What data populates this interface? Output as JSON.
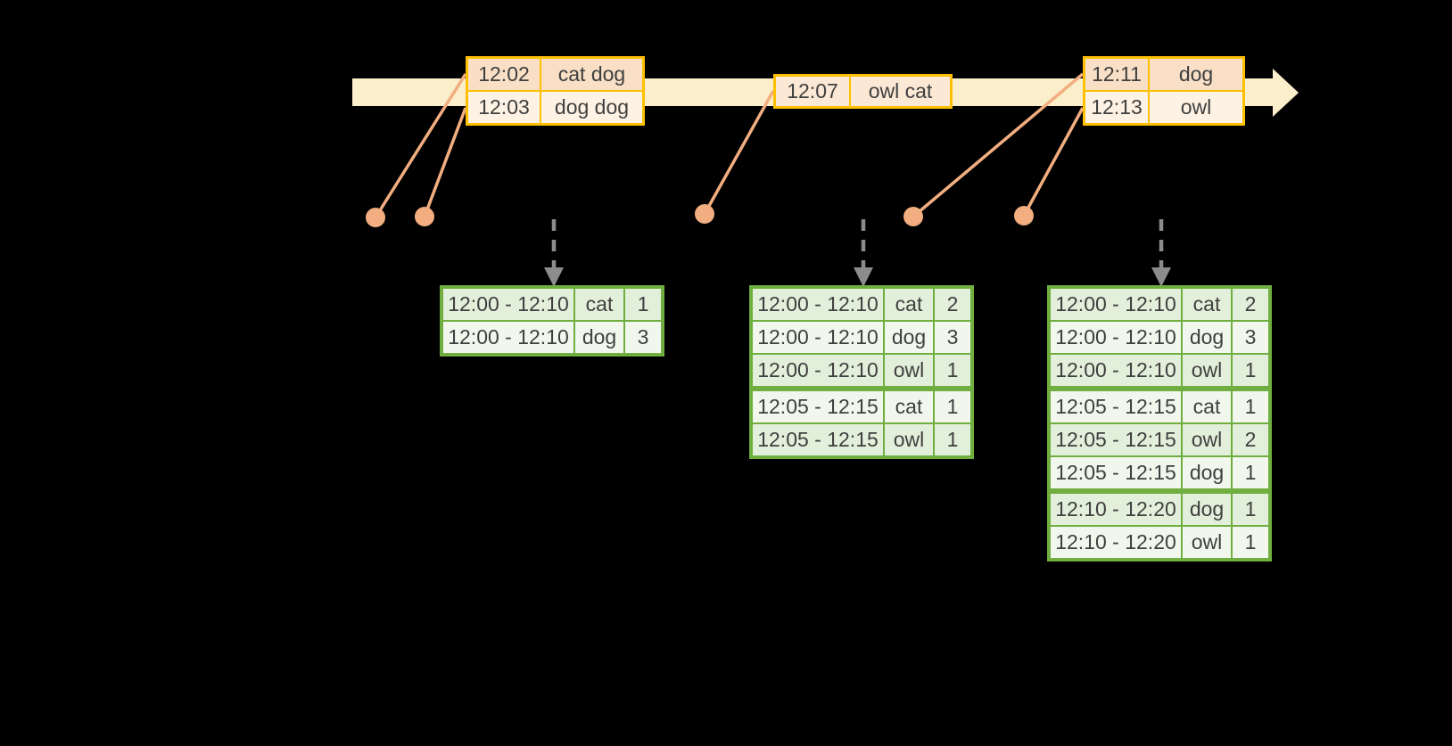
{
  "colors": {
    "background": "#000000",
    "timeline_band": "#FBEECB",
    "event_border": "#FFC000",
    "event_row_dark": "#F8DFC5",
    "event_row_light": "#FDF2E3",
    "event_row_mid": "#FBE8D5",
    "connector": "#F2AE80",
    "trigger_arrow": "#8C8C8C",
    "result_border": "#6FAE3F",
    "result_row_dark": "#E2EFDA",
    "result_row_light": "#F2F7EE",
    "text": "#3F3F3F"
  },
  "timeline": {
    "events": [
      {
        "rows": [
          {
            "time": "12:02",
            "words": "cat dog",
            "shade": "dark"
          },
          {
            "time": "12:03",
            "words": "dog dog",
            "shade": "light"
          }
        ]
      },
      {
        "rows": [
          {
            "time": "12:07",
            "words": "owl cat",
            "shade": "mid"
          }
        ]
      },
      {
        "rows": [
          {
            "time": "12:11",
            "words": "dog",
            "shade": "dark"
          },
          {
            "time": "12:13",
            "words": "owl",
            "shade": "light"
          }
        ]
      }
    ]
  },
  "result_tables": [
    {
      "rows": [
        {
          "window": "12:00 - 12:10",
          "word": "cat",
          "count": "1"
        },
        {
          "window": "12:00 - 12:10",
          "word": "dog",
          "count": "3"
        }
      ]
    },
    {
      "rows": [
        {
          "window": "12:00 - 12:10",
          "word": "cat",
          "count": "2"
        },
        {
          "window": "12:00 - 12:10",
          "word": "dog",
          "count": "3"
        },
        {
          "window": "12:00 - 12:10",
          "word": "owl",
          "count": "1"
        },
        {
          "window": "12:05 - 12:15",
          "word": "cat",
          "count": "1"
        },
        {
          "window": "12:05 - 12:15",
          "word": "owl",
          "count": "1"
        }
      ]
    },
    {
      "rows": [
        {
          "window": "12:00 - 12:10",
          "word": "cat",
          "count": "2"
        },
        {
          "window": "12:00 - 12:10",
          "word": "dog",
          "count": "3"
        },
        {
          "window": "12:00 - 12:10",
          "word": "owl",
          "count": "1"
        },
        {
          "window": "12:05 - 12:15",
          "word": "cat",
          "count": "1"
        },
        {
          "window": "12:05 - 12:15",
          "word": "owl",
          "count": "2"
        },
        {
          "window": "12:05 - 12:15",
          "word": "dog",
          "count": "1"
        },
        {
          "window": "12:10 - 12:20",
          "word": "dog",
          "count": "1"
        },
        {
          "window": "12:10 - 12:20",
          "word": "owl",
          "count": "1"
        }
      ]
    }
  ]
}
